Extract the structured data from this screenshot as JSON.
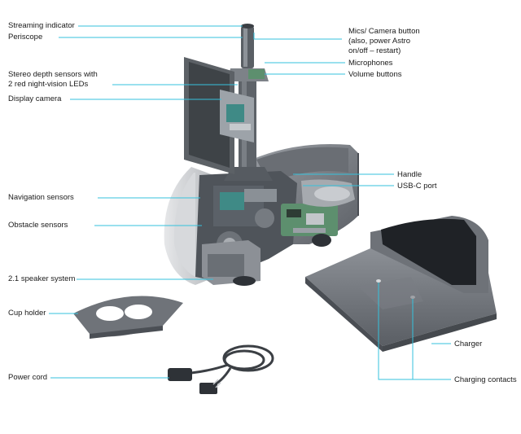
{
  "colors": {
    "leader": "#35c2dd",
    "body_gray": "#7b7f85",
    "dark_gray": "#4a4e54",
    "light_gray": "#c9ccd0",
    "screen": "#3e4347",
    "board_green": "#5d8f6e",
    "board_teal": "#3f8a86"
  },
  "labels": {
    "streaming_indicator": "Streaming indicator",
    "periscope": "Periscope",
    "stereo_depth_1": "Stereo depth sensors with",
    "stereo_depth_2": "2 red night-vision LEDs",
    "display_camera": "Display camera",
    "navigation_sensors": "Navigation sensors",
    "obstacle_sensors": "Obstacle sensors",
    "speaker_system": "2.1 speaker system",
    "cup_holder": "Cup holder",
    "power_cord": "Power cord",
    "mics_1": "Mics/ Camera button",
    "mics_2": "(also, power Astro",
    "mics_3": "on/off – restart)",
    "microphones": "Microphones",
    "volume_buttons": "Volume buttons",
    "handle": "Handle",
    "usbc_port": "USB-C port",
    "charger": "Charger",
    "charging_contacts": "Charging contacts"
  }
}
